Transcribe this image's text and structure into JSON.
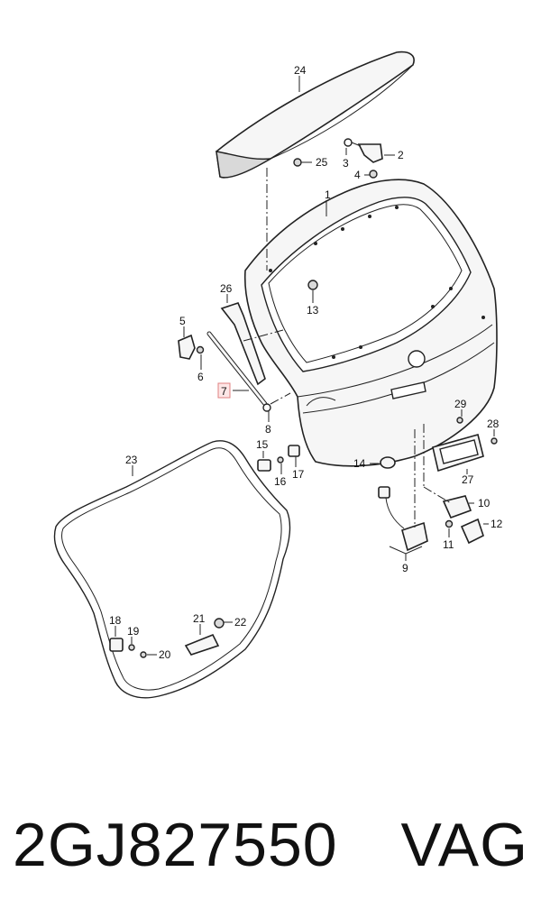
{
  "callouts": {
    "c1": "1",
    "c2": "2",
    "c3": "3",
    "c4": "4",
    "c5": "5",
    "c6": "6",
    "c7": "7",
    "c8": "8",
    "c9": "9",
    "c10": "10",
    "c11": "11",
    "c12": "12",
    "c13": "13",
    "c14": "14",
    "c15": "15",
    "c16": "16",
    "c17": "17",
    "c18": "18",
    "c19": "19",
    "c20": "20",
    "c21": "21",
    "c22": "22",
    "c23": "23",
    "c24": "24",
    "c25": "25",
    "c26": "26",
    "c27": "27",
    "c28": "28",
    "c29": "29"
  },
  "highlighted_callout": "7",
  "footer": {
    "part_number": "2GJ827550",
    "brand": "VAG"
  }
}
